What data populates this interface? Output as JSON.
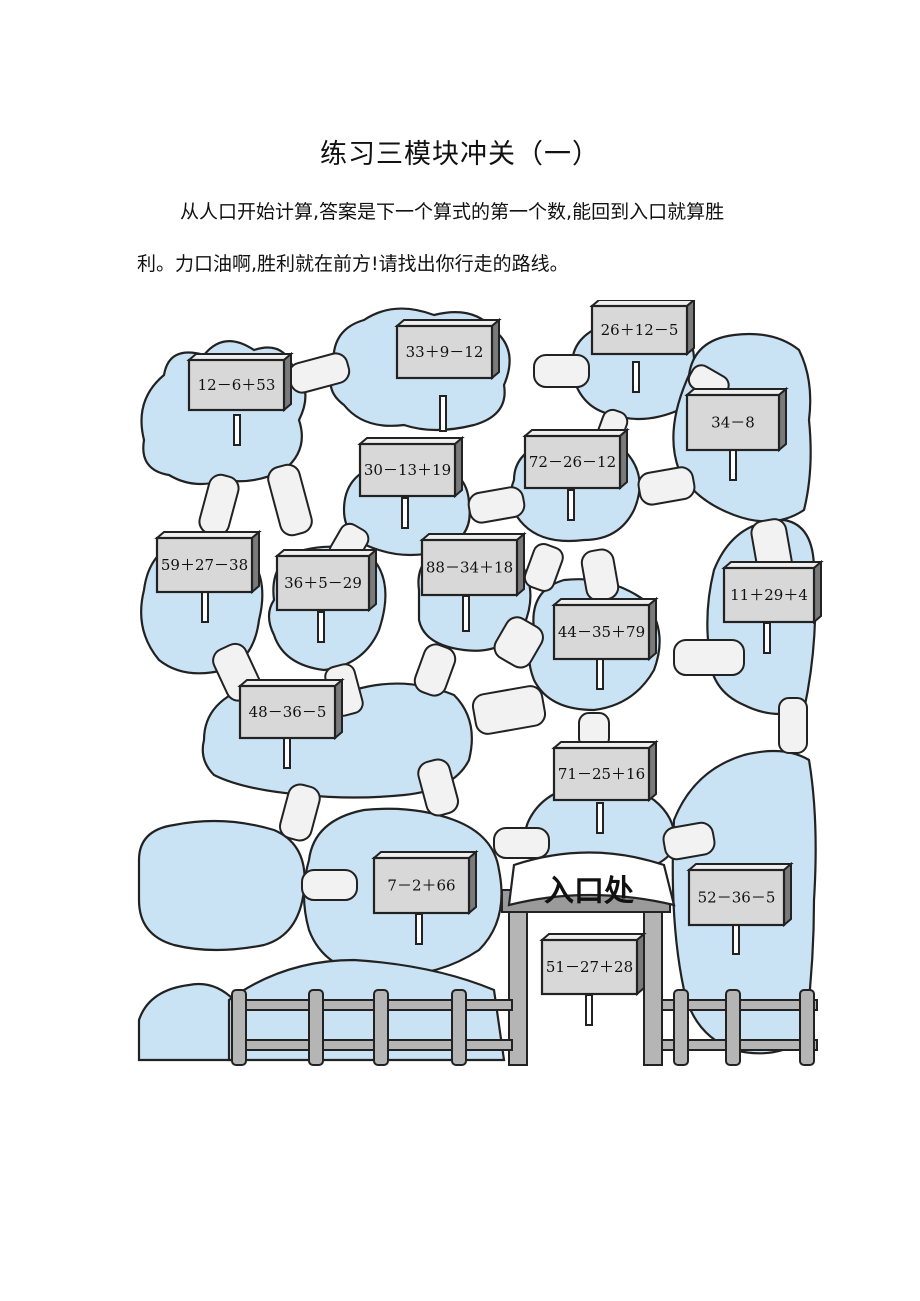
{
  "title": "练习三模块冲关（一）",
  "instructions": {
    "line1": "从人口开始计算,答案是下一个算式的第一个数,能回到入口就算胜",
    "line2": "利。力口油啊,胜利就在前方!请找出你行走的路线。"
  },
  "entrance_label": "入口处",
  "signs": [
    {
      "id": "s1",
      "expr": "12－6＋53"
    },
    {
      "id": "s2",
      "expr": "33＋9－12"
    },
    {
      "id": "s3",
      "expr": "26＋12－5"
    },
    {
      "id": "s4",
      "expr": "34－8"
    },
    {
      "id": "s5",
      "expr": "30－13＋19"
    },
    {
      "id": "s6",
      "expr": "72－26－12"
    },
    {
      "id": "s7",
      "expr": "59＋27－38"
    },
    {
      "id": "s8",
      "expr": "36＋5－29"
    },
    {
      "id": "s9",
      "expr": "88－34＋18"
    },
    {
      "id": "s10",
      "expr": "11＋29＋4"
    },
    {
      "id": "s11",
      "expr": "44－35＋79"
    },
    {
      "id": "s12",
      "expr": "48－36－5"
    },
    {
      "id": "s13",
      "expr": "71－25＋16"
    },
    {
      "id": "s14",
      "expr": "7－2＋66"
    },
    {
      "id": "s15",
      "expr": "52－36－5"
    },
    {
      "id": "s16",
      "expr": "51－27＋28"
    }
  ],
  "colors": {
    "tree": "#c9e3f5",
    "outline": "#222222",
    "sign_face": "#d8d8d8",
    "sign_side": "#7a7a7a",
    "fence": "#9a9a9a"
  }
}
